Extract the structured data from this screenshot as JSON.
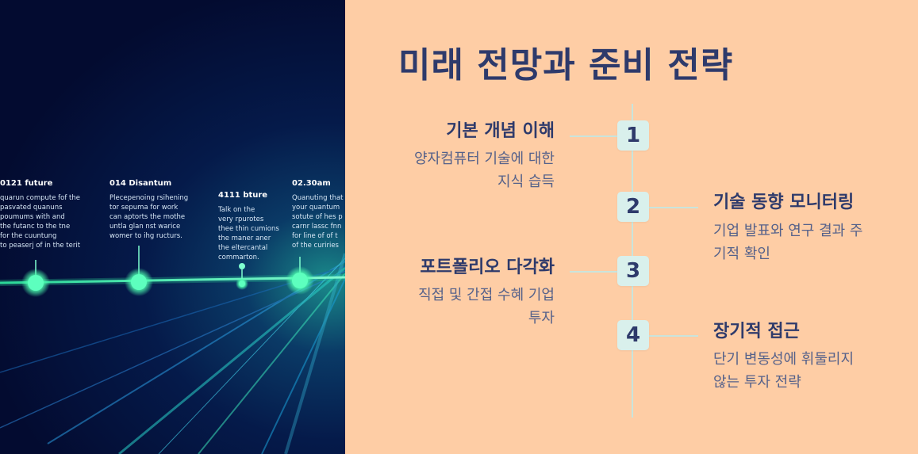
{
  "slide": {
    "title": "미래 전망과 준비 전략"
  },
  "image_text": {
    "items": [
      {
        "heading": "0121 future",
        "body": "quarun compute fof the\npasvated quanuns\npoumums with and\nthe futanc to the tne\nfor the cuuntung\nto peaserj of in the terit"
      },
      {
        "heading": "014 Disantum",
        "body": "Plecepenoing rsihening\ntor sepuma for work\ncan aptorts the mothe\nuntla glan nst warice\nwomer to ihg ructurs."
      },
      {
        "heading": "4111 bture",
        "body": "Talk on the\nvery rpurotes\nthee thin cumions\nthe maner aner\nthe eltercantal\ncommarton."
      },
      {
        "heading": "02.30am",
        "body": "Quanuting that\nyour quantum\nsotute of hes p\ncarnr lassc fnn\nfor line of of t\nof the curiries"
      }
    ]
  },
  "steps": [
    {
      "number": "1",
      "title": "기본 개념 이해",
      "desc_lines": [
        "양자컴퓨터 기술에 대한",
        "지식 습득"
      ]
    },
    {
      "number": "2",
      "title": "기술 동향 모니터링",
      "desc_lines": [
        "기업 발표와 연구 결과 주",
        "기적 확인"
      ]
    },
    {
      "number": "3",
      "title": "포트폴리오 다각화",
      "desc_lines": [
        "직접 및 간접 수혜 기업",
        "투자"
      ]
    },
    {
      "number": "4",
      "title": "장기적 접근",
      "desc_lines": [
        "단기 변동성에 휘둘리지",
        "않는 투자 전략"
      ]
    }
  ],
  "colors": {
    "background": "#fecda5",
    "title": "#2e3a6b",
    "badge": "#d9f0ec",
    "line": "#c9e4dc",
    "glow": "#4dffb0"
  }
}
